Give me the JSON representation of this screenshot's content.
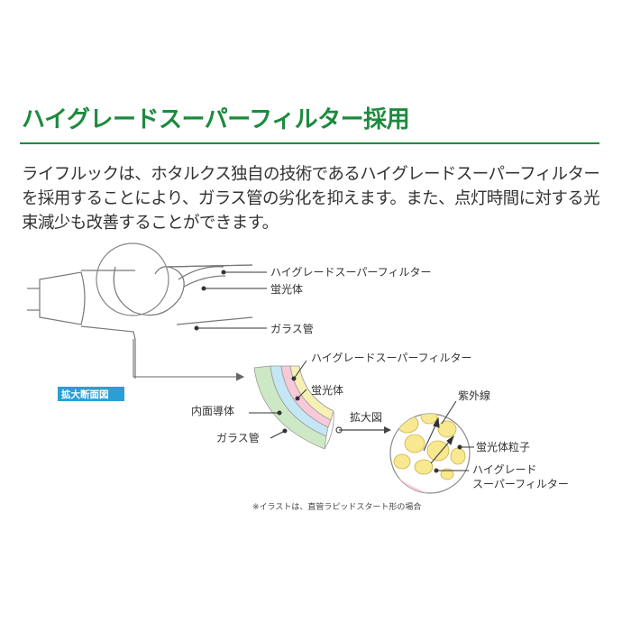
{
  "heading": "ハイグレードスーパーフィルター採用",
  "description": "ライフルックは、ホタルクス独自の技術であるハイグレードスーパーフィルターを採用することにより、ガラス管の劣化を抑えます。また、点灯時間に対する光束減少も改善することができます。",
  "lamp_labels": {
    "filter": "ハイグレードスーパーフィルター",
    "phosphor": "蛍光体",
    "glass": "ガラス管"
  },
  "section_badge": "拡大断面図",
  "cross_section_labels": {
    "filter": "ハイグレードスーパーフィルター",
    "phosphor": "蛍光体",
    "inner_conductor": "内面導体",
    "glass": "ガラス管",
    "zoom_label": "拡大図"
  },
  "magnified_labels": {
    "uv": "紫外線",
    "phosphor_particle": "蛍光体粒子",
    "filter_line1": "ハイグレード",
    "filter_line2": "スーパーフィルター"
  },
  "footnote": "※イラストは、直管ラピッドスタート形の場合",
  "colors": {
    "accent_green": "#1d8a3e",
    "badge_blue": "#2a9fd6",
    "layer_yellow": "#f5f0b4",
    "layer_pink": "#f7c9d9",
    "layer_blue": "#c5e6f5",
    "layer_green": "#cde8c4",
    "particle_yellow": "#f8e890"
  }
}
